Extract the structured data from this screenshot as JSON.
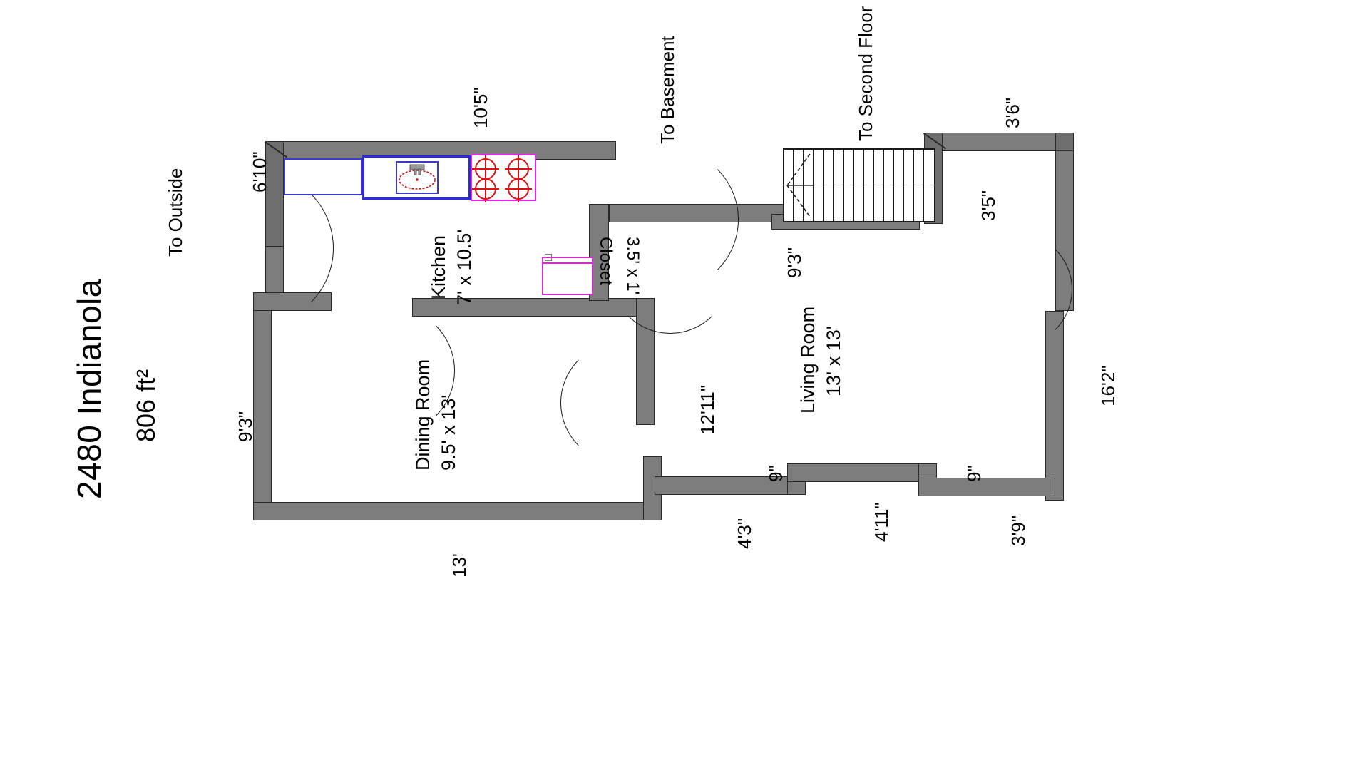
{
  "plan": {
    "title": "2480 Indianola",
    "area": "806 ft²"
  },
  "rooms": [
    {
      "name": "Kitchen",
      "size": "7' x 10.5'"
    },
    {
      "name": "Dining Room",
      "size": "9.5' x 13'"
    },
    {
      "name": "Living Room",
      "size": "13' x 13'"
    },
    {
      "name": "Closet",
      "size": "3.5' x 1'"
    }
  ],
  "annotations": {
    "to_outside": "To Outside",
    "to_basement": "To Basement",
    "to_second_floor": "To Second Floor"
  },
  "dimensions": {
    "kitchen_left": "6'10\"",
    "kitchen_top": "10'5\"",
    "dining_left": "9'3\"",
    "dining_bottom": "13'",
    "hall_right": "9'3\"",
    "stair_right": "3'5\"",
    "top_right": "3'6\"",
    "right_side": "16'2\"",
    "living_divider": "12'11\"",
    "notch_left": "9\"",
    "notch_right": "9\"",
    "bottom_a": "4'3\"",
    "bottom_b": "4'11\"",
    "bottom_c": "3'9\""
  },
  "colors": {
    "wall": "#7d7d7d",
    "counter": "#3a3ad0",
    "stove": "#ee22ee",
    "closet": "#d02fd0",
    "burner": "#e01010"
  }
}
